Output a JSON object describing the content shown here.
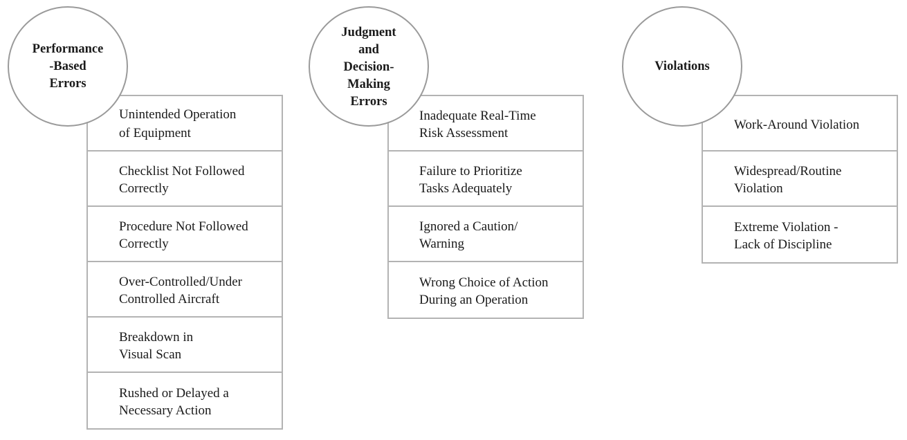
{
  "groups": [
    {
      "title": "Performance\n-Based\nErrors",
      "items": [
        "Unintended Operation\nof Equipment",
        "Checklist Not Followed\nCorrectly",
        "Procedure Not Followed\nCorrectly",
        "Over-Controlled/Under\nControlled Aircraft",
        "Breakdown in\nVisual Scan",
        "Rushed or Delayed a\nNecessary Action"
      ]
    },
    {
      "title": "Judgment\nand\nDecision-\nMaking\nErrors",
      "items": [
        "Inadequate Real-Time\nRisk Assessment",
        "Failure to Prioritize\nTasks Adequately",
        "Ignored a Caution/\nWarning",
        "Wrong Choice of Action\nDuring an Operation"
      ]
    },
    {
      "title": "Violations",
      "items": [
        "Work-Around Violation",
        "Widespread/Routine\nViolation",
        "Extreme Violation -\nLack of Discipline"
      ]
    }
  ],
  "colors": {
    "circle_border": "#9a9a9a",
    "box_border": "#b3b3b3",
    "text": "#1a1a1a",
    "background": "#ffffff"
  }
}
